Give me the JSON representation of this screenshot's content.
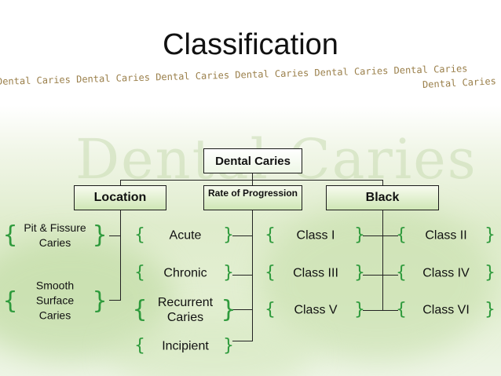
{
  "title": "Classification",
  "band_text": "Dental Caries Dental Caries Dental Caries Dental Caries Dental Caries Dental Caries",
  "band_text_2": "Dental Caries",
  "watermark": "Dental Caries",
  "root": "Dental Caries",
  "categories": {
    "location": "Location",
    "rate": "Rate of Progression",
    "black": "Black"
  },
  "location_items": [
    "Pit & Fissure Caries",
    "Smooth Surface Caries"
  ],
  "rate_items": [
    "Acute",
    "Chronic",
    "Recurrent Caries",
    "Incipient"
  ],
  "black_col1": [
    "Class I",
    "Class III",
    "Class V"
  ],
  "black_col2": [
    "Class II",
    "Class IV",
    "Class VI"
  ],
  "colors": {
    "accent_brace": "#2e9a3c",
    "box_fill": "#cfe7b5",
    "band_text": "#9a7f4a"
  }
}
